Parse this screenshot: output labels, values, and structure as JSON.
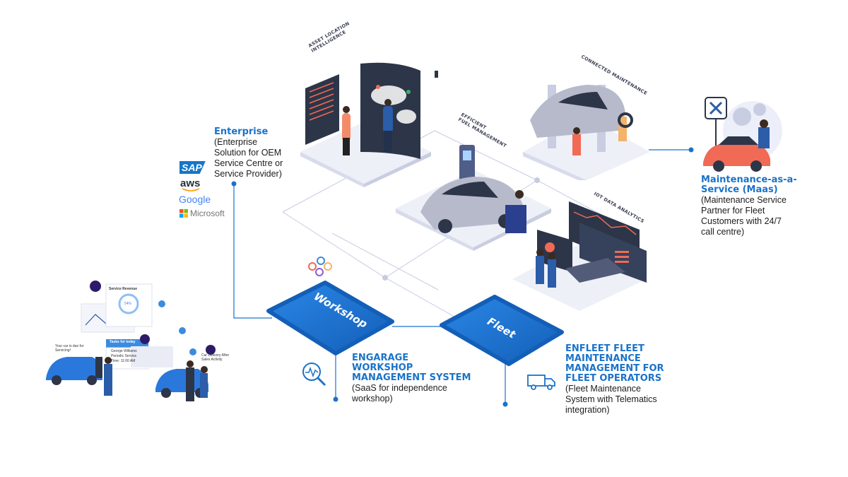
{
  "enterprise": {
    "title": "Enterprise",
    "desc": [
      "(Enterprise",
      "Solution for OEM",
      "Service Centre or",
      "Service Provider)"
    ],
    "logos": [
      "SAP",
      "aws",
      "Google",
      "Microsoft"
    ]
  },
  "maas": {
    "title": [
      "Maintenance-as-a-",
      "Service (Maas)"
    ],
    "desc": [
      "(Maintenance Service",
      "Partner for Fleet",
      "Customers with 24/7",
      "call centre)"
    ]
  },
  "workshop": {
    "tile": "Workshop",
    "title": [
      "ENGARAGE",
      "WORKSHOP",
      "MANAGEMENT SYSTEM"
    ],
    "desc": [
      "(SaaS for independence",
      "workshop)"
    ]
  },
  "fleet": {
    "tile": "Fleet",
    "title": [
      "ENFLEET FLEET",
      "MAINTENANCE",
      "MANAGEMENT FOR",
      "FLEET OPERATORS"
    ],
    "desc": [
      "(Fleet Maintenance",
      "System with Telematics",
      "integration)"
    ]
  },
  "iso_labels": {
    "asset": [
      "ASSET LOCATION",
      "INTELLIGENCE"
    ],
    "fuel": [
      "EFFICIENT",
      "FUEL MANAGEMENT"
    ],
    "connected": "CONNECTED MAINTENANCE",
    "iot": "IOT DATA ANALYTICS"
  },
  "workshop_illustration": {
    "service_revenue": "Service Revenue",
    "pct": "54%",
    "tasks": "Tasks for today",
    "person": "George Williams",
    "job": "Periodic Service",
    "time": "Time: 11:00 AM",
    "car_due": "Your car is due for Servicing!",
    "car_delivery": "Car Delivery After Sales Activity"
  },
  "colors": {
    "accent": "#1a73c9",
    "tile": "#1b74d2",
    "platform": "#eef0f8"
  }
}
